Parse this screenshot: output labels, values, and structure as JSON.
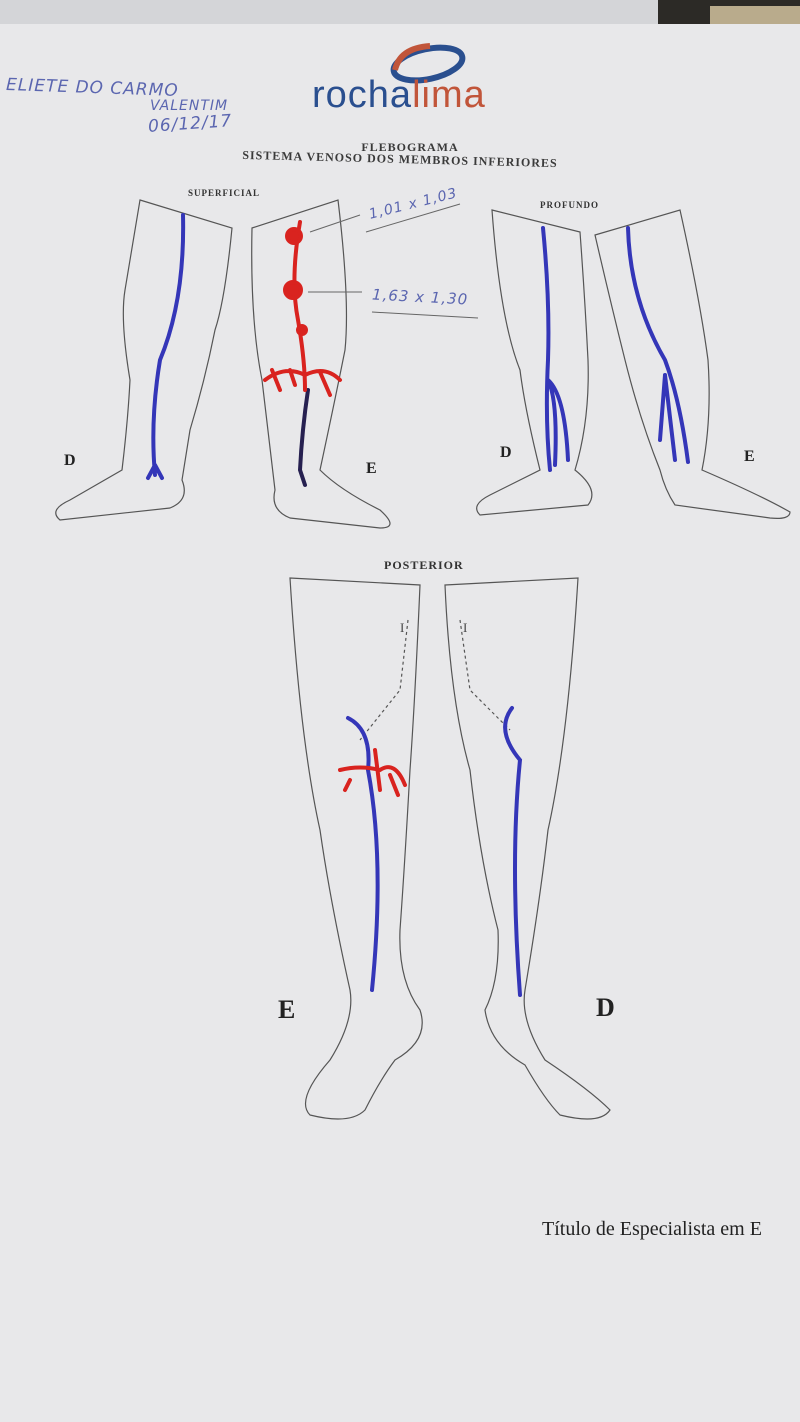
{
  "header": {
    "logo_text_primary": "rocha",
    "logo_text_secondary": "lima",
    "patient_name_line1": "ELIETE DO CARMO",
    "patient_name_line2": "VALENTIM",
    "date": "06/12/17",
    "title": "FLEBOGRAMA",
    "subtitle": "SISTEMA VENOSO DOS MEMBROS INFERIORES"
  },
  "diagrams": {
    "superficial_label": "SUPERFICIAL",
    "profundo_label": "PROFUNDO",
    "posterior_label": "POSTERIOR",
    "right_label": "D",
    "left_label": "E",
    "measurement_1": "1,01 x 1,03",
    "measurement_2": "1,63 x 1,30",
    "knee_marker": "I"
  },
  "footer": {
    "text": "Título de Especialista em E"
  },
  "colors": {
    "vein_blue": "#3436b8",
    "varicose_red": "#d9231f",
    "paper": "#e8e8ea"
  }
}
